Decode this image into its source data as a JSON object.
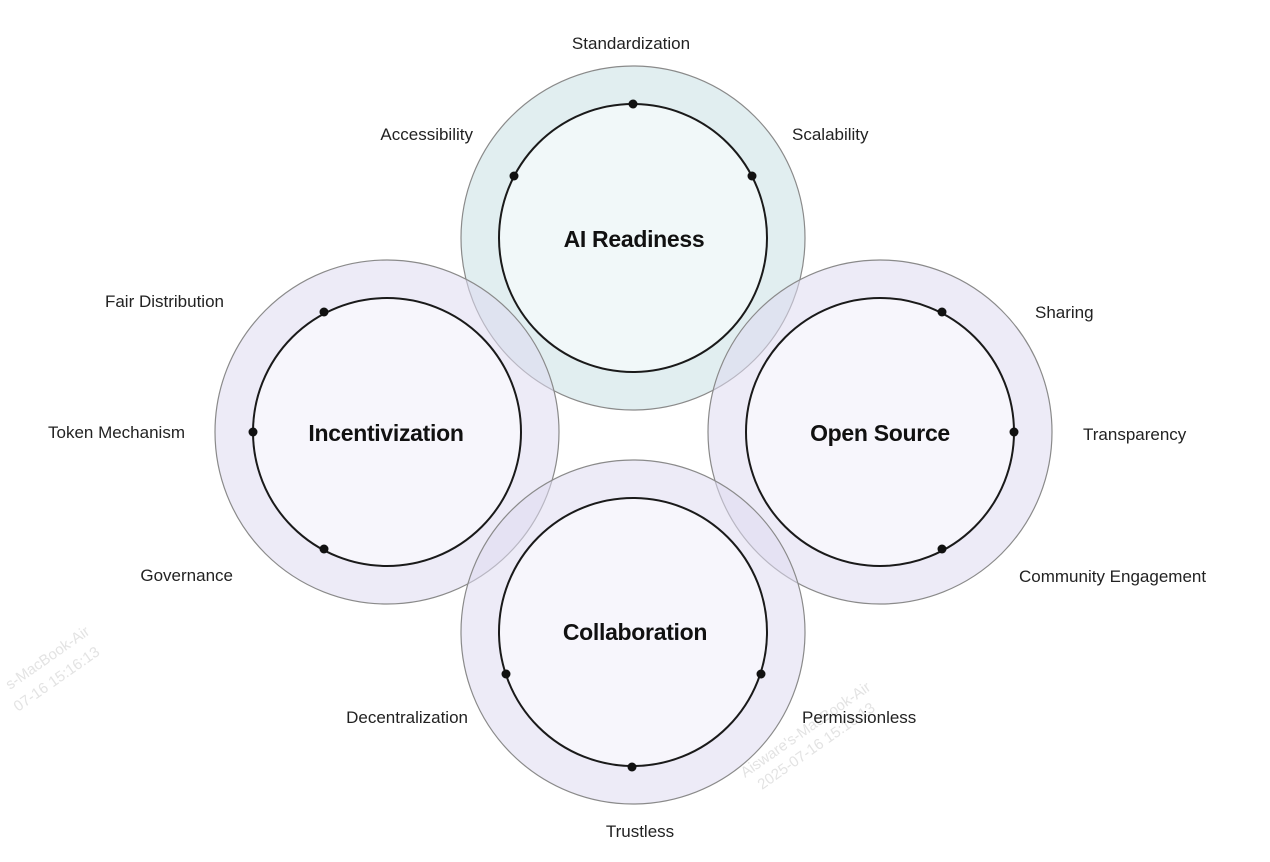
{
  "diagram": {
    "colors": {
      "teal_ring": "#c8e0e4",
      "lavender_ring": "#dedaf0",
      "inner_stroke": "#1a1a1a",
      "dot": "#111111"
    },
    "clusters": [
      {
        "title": "AI Readiness",
        "labels": [
          "Standardization",
          "Accessibility",
          "Scalability"
        ]
      },
      {
        "title": "Incentivization",
        "labels": [
          "Fair Distribution",
          "Token Mechanism",
          "Governance"
        ]
      },
      {
        "title": "Open Source",
        "labels": [
          "Sharing",
          "Transparency",
          "Community Engagement"
        ]
      },
      {
        "title": "Collaboration",
        "labels": [
          "Decentralization",
          "Permissionless",
          "Trustless"
        ]
      }
    ]
  },
  "watermark": {
    "left_line1": "s-MacBook-Air",
    "left_line2": "07-16 15:16:13",
    "right_line1": "Aisware's-MacBook-Air",
    "right_line2": "2025-07-16 15:16:13"
  }
}
